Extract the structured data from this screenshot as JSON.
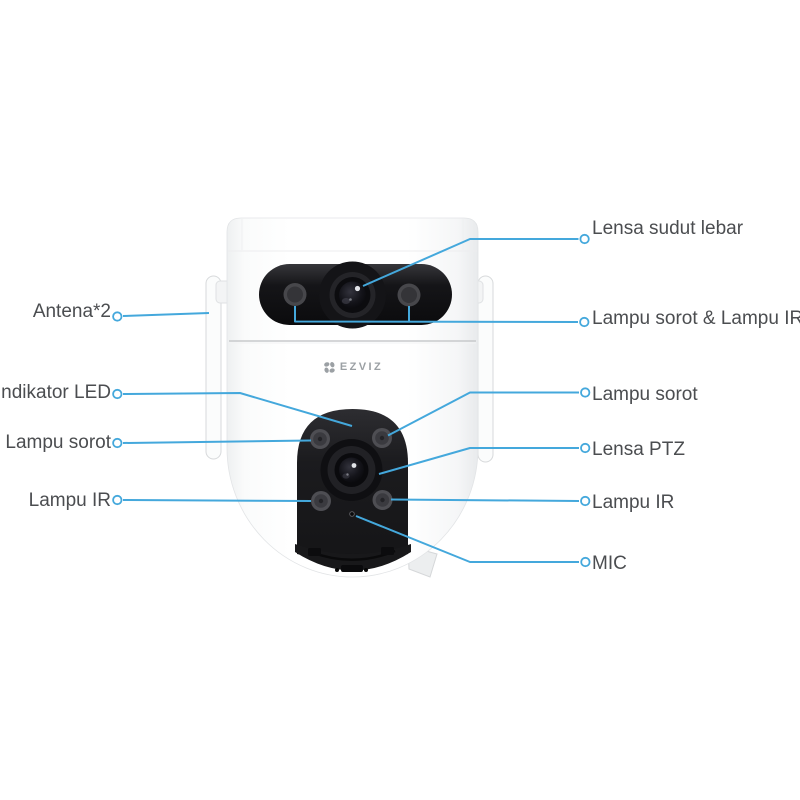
{
  "page": {
    "background": "#ffffff",
    "description_label": "EZVIZ dual-lens PTZ camera parts diagram"
  },
  "colors": {
    "leader_line": "#44a8dc",
    "label_text": "#4b4d50",
    "logo_gray": "#9ba0a4"
  },
  "camera": {
    "brand_logo_text": "EZVIZ",
    "logo_icon": "ezviz-flower-icon"
  },
  "annotations": {
    "left": [
      {
        "label": "Antena*2"
      },
      {
        "label": "Indikator LED"
      },
      {
        "label": "Lampu sorot"
      },
      {
        "label": "Lampu IR"
      }
    ],
    "right": [
      {
        "label": "Lensa sudut lebar"
      },
      {
        "label": "Lampu sorot & Lampu IR"
      },
      {
        "label": "Lampu sorot"
      },
      {
        "label": "Lensa PTZ"
      },
      {
        "label": "Lampu IR"
      },
      {
        "label": "MIC"
      }
    ]
  }
}
